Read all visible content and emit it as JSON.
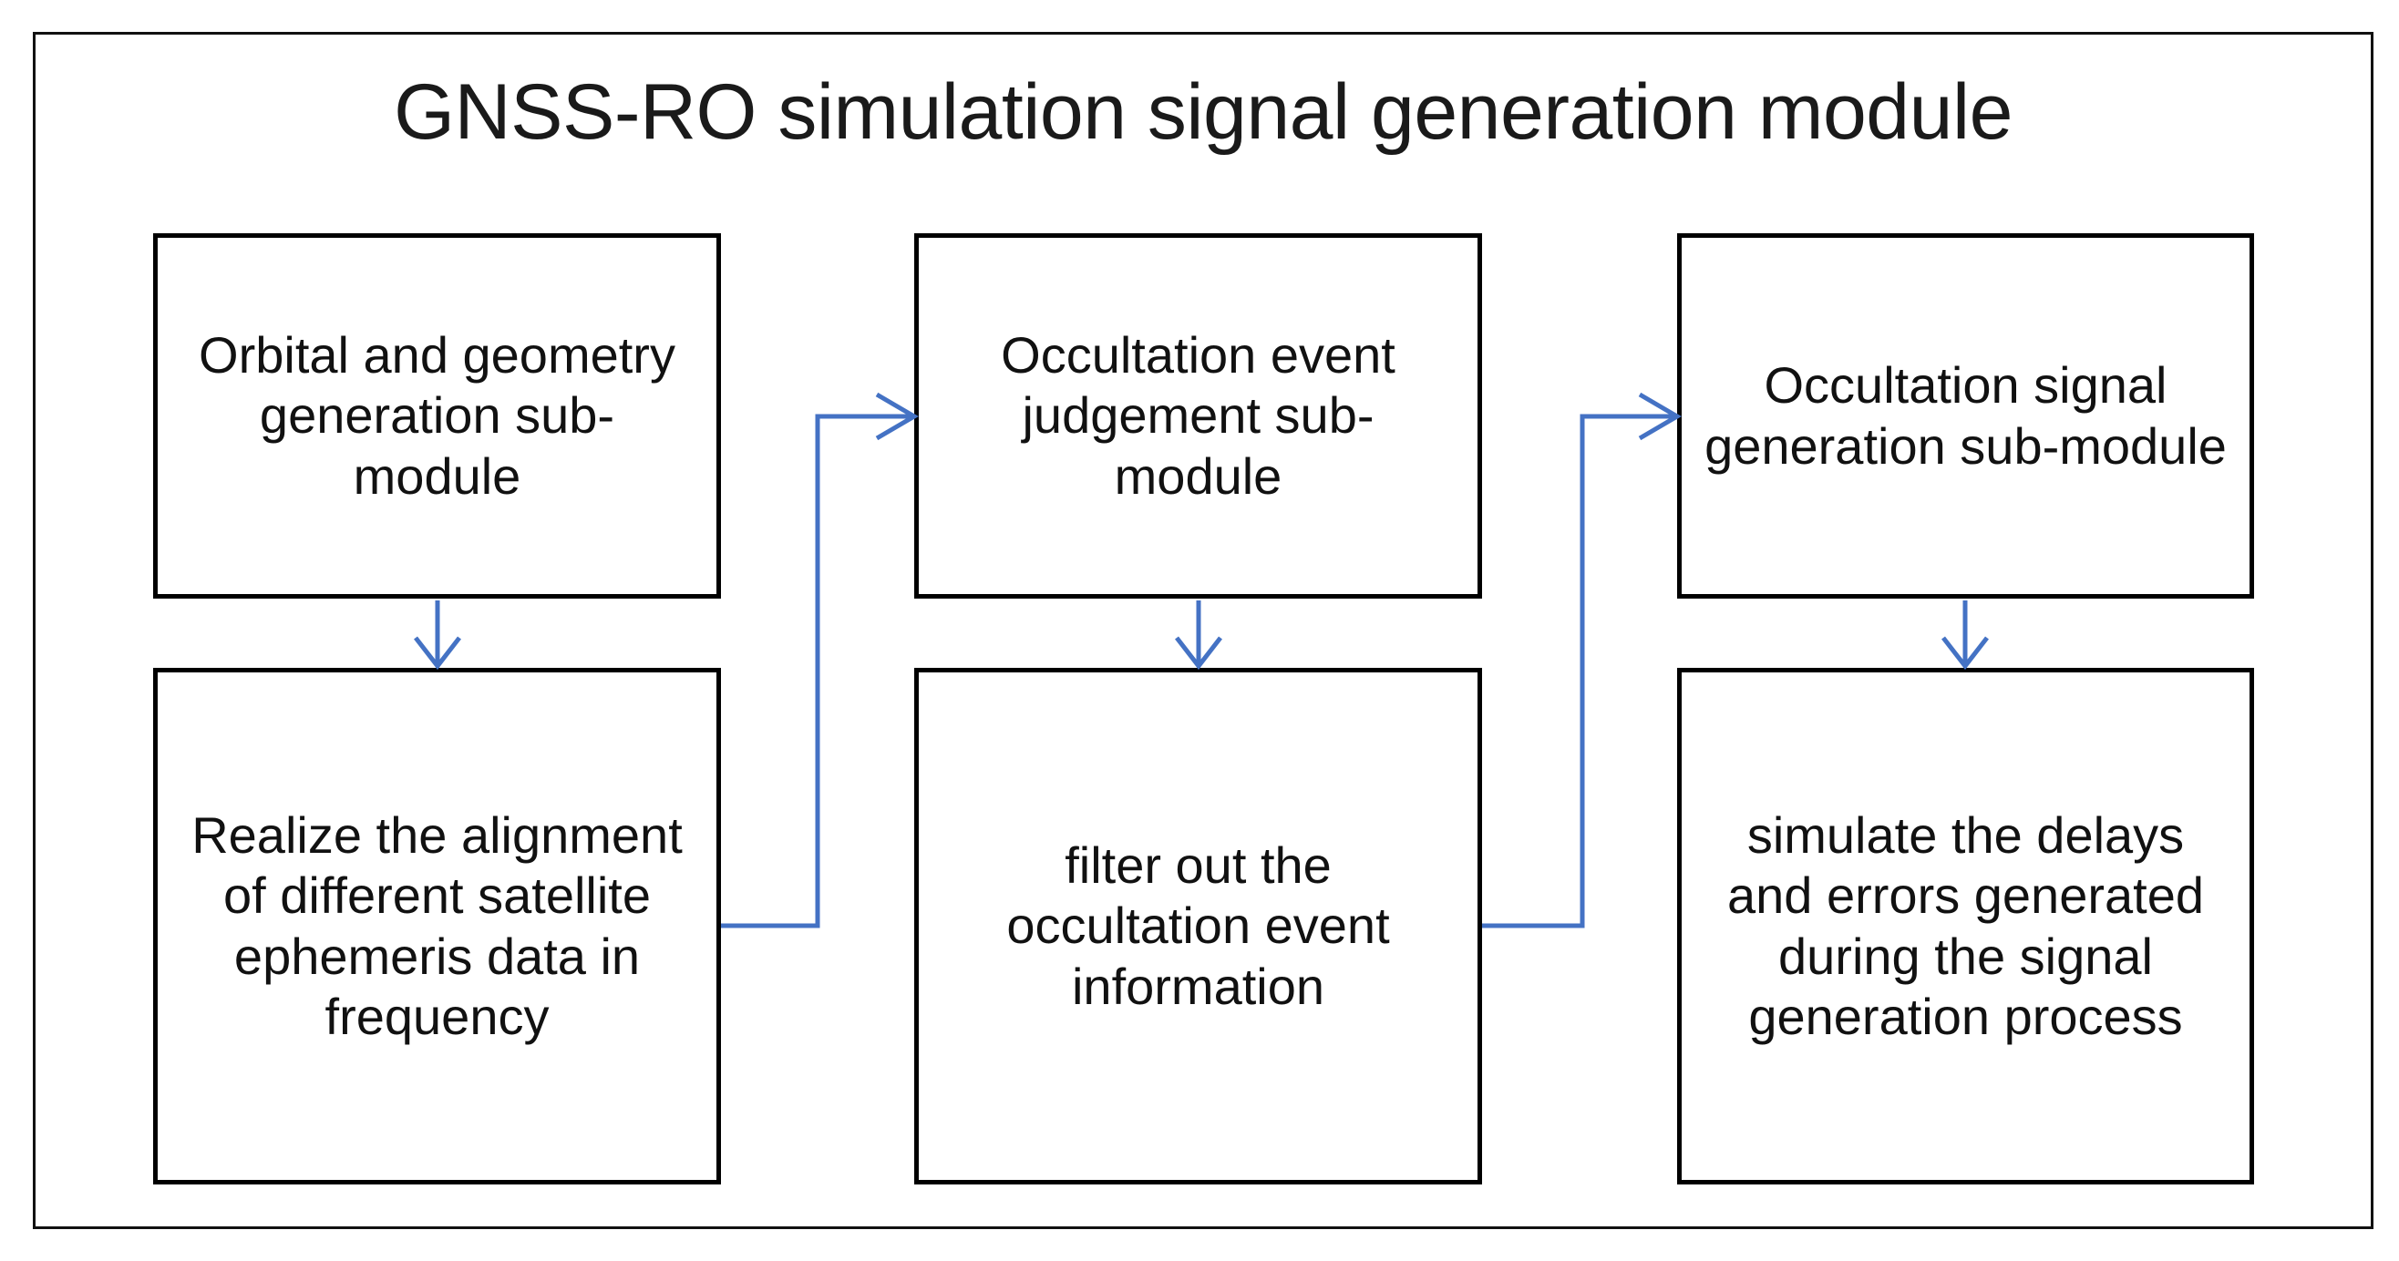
{
  "title": "GNSS-RO simulation signal generation module",
  "colors": {
    "box_border": "#000000",
    "frame_border": "#111111",
    "connector": "#4472C4",
    "background": "#ffffff",
    "text": "#111111"
  },
  "nodes": [
    {
      "id": "orbital-geometry",
      "label": "Orbital and geometry generation sub-module",
      "row": 1,
      "column": 1
    },
    {
      "id": "occultation-judge",
      "label": "Occultation event judgement sub-module",
      "row": 1,
      "column": 2
    },
    {
      "id": "occultation-signal",
      "label": "Occultation signal generation sub-module",
      "row": 1,
      "column": 3
    },
    {
      "id": "ephemeris-align",
      "label": "Realize the alignment of different satellite ephemeris data in frequency",
      "row": 2,
      "column": 1
    },
    {
      "id": "filter-events",
      "label": "filter out the occultation event information",
      "row": 2,
      "column": 2
    },
    {
      "id": "simulate-delays",
      "label": "simulate the delays and errors generated during the signal generation process",
      "row": 2,
      "column": 3
    }
  ],
  "connectors": [
    {
      "id": "orbital-to-ephemeris",
      "from": "orbital-geometry",
      "to": "ephemeris-align",
      "kind": "vertical-arrow"
    },
    {
      "id": "judge-to-filter",
      "from": "occultation-judge",
      "to": "filter-events",
      "kind": "vertical-arrow"
    },
    {
      "id": "signal-to-simulate",
      "from": "occultation-signal",
      "to": "simulate-delays",
      "kind": "vertical-arrow"
    },
    {
      "id": "ephemeris-to-judge",
      "from": "ephemeris-align",
      "to": "occultation-judge",
      "kind": "elbow-arrow"
    },
    {
      "id": "filter-to-occultation-signal",
      "from": "filter-events",
      "to": "occultation-signal",
      "kind": "elbow-arrow"
    }
  ]
}
